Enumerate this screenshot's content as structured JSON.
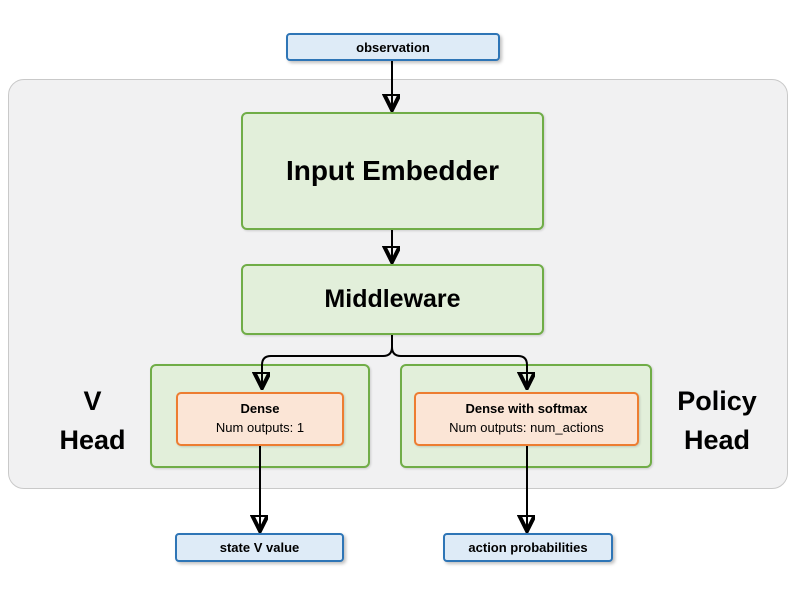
{
  "diagram": {
    "observation": {
      "label": "observation"
    },
    "input_embedder": {
      "label": "Input Embedder"
    },
    "middleware": {
      "label": "Middleware"
    },
    "v_head": {
      "label_line1": "V",
      "label_line2": "Head",
      "dense": {
        "title": "Dense",
        "subtitle": "Num outputs: 1"
      },
      "output": {
        "label": "state V value"
      }
    },
    "policy_head": {
      "label_line1": "Policy",
      "label_line2": "Head",
      "dense": {
        "title": "Dense with softmax",
        "subtitle": "Num outputs: num_actions"
      },
      "output": {
        "label": "action probabilities"
      }
    },
    "colors": {
      "blue_border": "#2E75B6",
      "blue_fill": "#DEEBF7",
      "green_border": "#70AD47",
      "green_fill": "#E2EFDA",
      "orange_border": "#ED7D31",
      "orange_fill": "#FBE5D6",
      "container_fill": "#F1F1F2",
      "container_border": "#C9C9C9",
      "arrow": "#000000"
    }
  }
}
